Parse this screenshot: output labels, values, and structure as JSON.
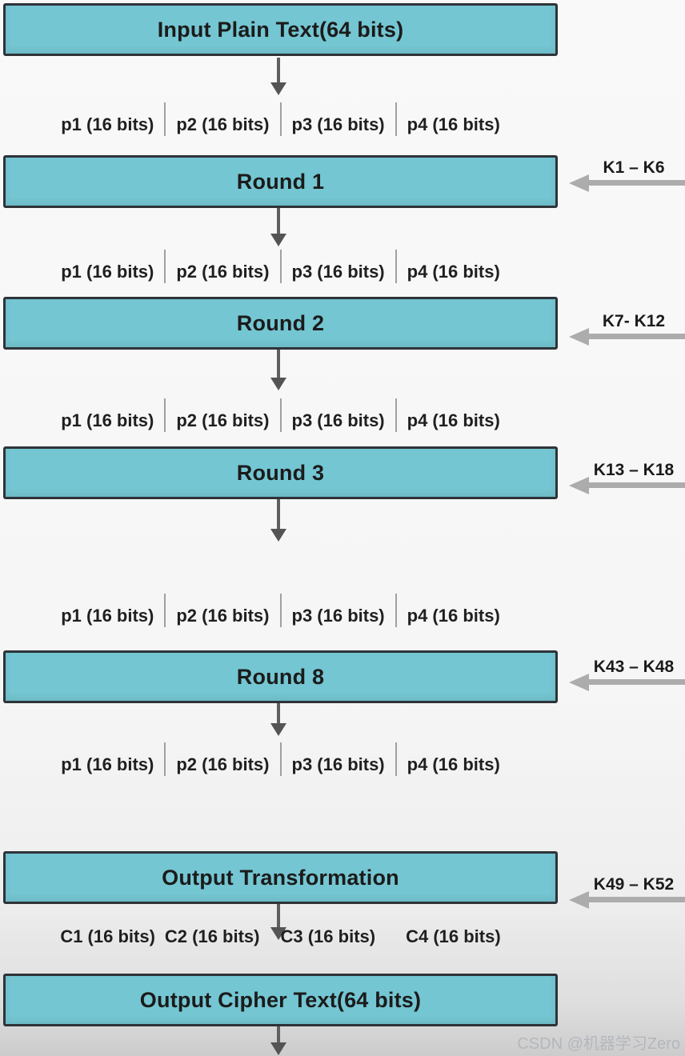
{
  "colors": {
    "box_fill": "#74c6d2",
    "box_border": "#2e3338",
    "box_text": "#1b1b1b",
    "flow_arrow": "#5f5f5f",
    "key_arrow": "#acacac",
    "block_separator": "#a0a0a0",
    "watermark_text": "#b4b7bc"
  },
  "boxes": [
    {
      "label": "Input Plain Text(64 bits)"
    },
    {
      "label": "Round 1",
      "key_label": "K1 – K6"
    },
    {
      "label": "Round 2",
      "key_label": "K7- K12"
    },
    {
      "label": "Round 3",
      "key_label": "K13 – K18"
    },
    {
      "label": "Round 8",
      "key_label": "K43 – K48"
    },
    {
      "label": "Output Transformation",
      "key_label": "K49 – K52"
    },
    {
      "label": "Output Cipher Text(64 bits)"
    }
  ],
  "plain_blocks": [
    "p1 (16 bits)",
    "p2 (16 bits)",
    "p3 (16 bits)",
    "p4 (16 bits)"
  ],
  "cipher_blocks": [
    "C1 (16 bits)",
    "C2 (16 bits)",
    "C3 (16 bits)",
    "C4 (16 bits)"
  ],
  "watermark": "CSDN @机器学习Zero"
}
